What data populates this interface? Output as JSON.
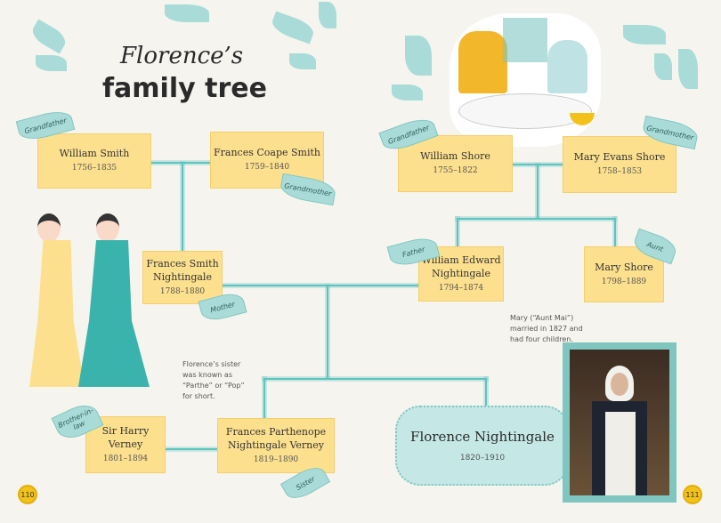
{
  "title": {
    "line1": "Florence’s",
    "line2": "family tree"
  },
  "people": {
    "william_smith": {
      "name": "William Smith",
      "years": "1756–1835",
      "relation": "Grandfather"
    },
    "frances_coape_smith": {
      "name": "Frances Coape Smith",
      "years": "1759–1840",
      "relation": "Grandmother"
    },
    "frances_smith_nightingale": {
      "name": "Frances Smith Nightingale",
      "years": "1788–1880",
      "relation": "Mother"
    },
    "william_shore": {
      "name": "William Shore",
      "years": "1755–1822",
      "relation": "Grandfather"
    },
    "mary_evans_shore": {
      "name": "Mary Evans Shore",
      "years": "1758–1853",
      "relation": "Grandmother"
    },
    "william_edward_nightingale": {
      "name": "William Edward Nightingale",
      "years": "1794–1874",
      "relation": "Father"
    },
    "mary_shore": {
      "name": "Mary Shore",
      "years": "1798–1889",
      "relation": "Aunt"
    },
    "harry_verney": {
      "name": "Sir Harry Verney",
      "years": "1801–1894",
      "relation": "Brother-in-law"
    },
    "parthenope": {
      "name": "Frances Parthenope Nightingale Verney",
      "years": "1819–1890",
      "relation": "Sister"
    },
    "florence": {
      "name": "Florence Nightingale",
      "years": "1820–1910"
    }
  },
  "notes": {
    "parthe": "Florence’s sister was known as “Parthe” or “Pop” for short.",
    "aunt_mai": "Mary (“Aunt Mai”) married in 1827 and had four children."
  },
  "page_numbers": {
    "left": "110",
    "right": "111"
  },
  "colors": {
    "box": "#fde08e",
    "line": "#5cc4bf",
    "leaf": "#a9dcd8",
    "page_number": "#f2c21b"
  }
}
